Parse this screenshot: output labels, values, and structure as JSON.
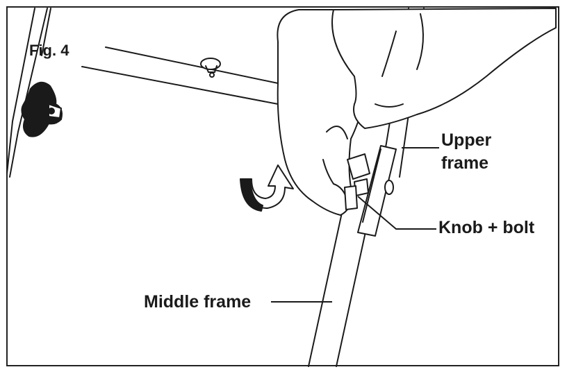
{
  "figure_label": "Fig. 4",
  "callouts": {
    "upper_frame_line1": "Upper",
    "upper_frame_line2": "frame",
    "knob_bolt": "Knob + bolt",
    "middle_frame": "Middle frame"
  },
  "colors": {
    "ink": "#1a1a1a",
    "border": "#222222",
    "paper": "#ffffff"
  }
}
